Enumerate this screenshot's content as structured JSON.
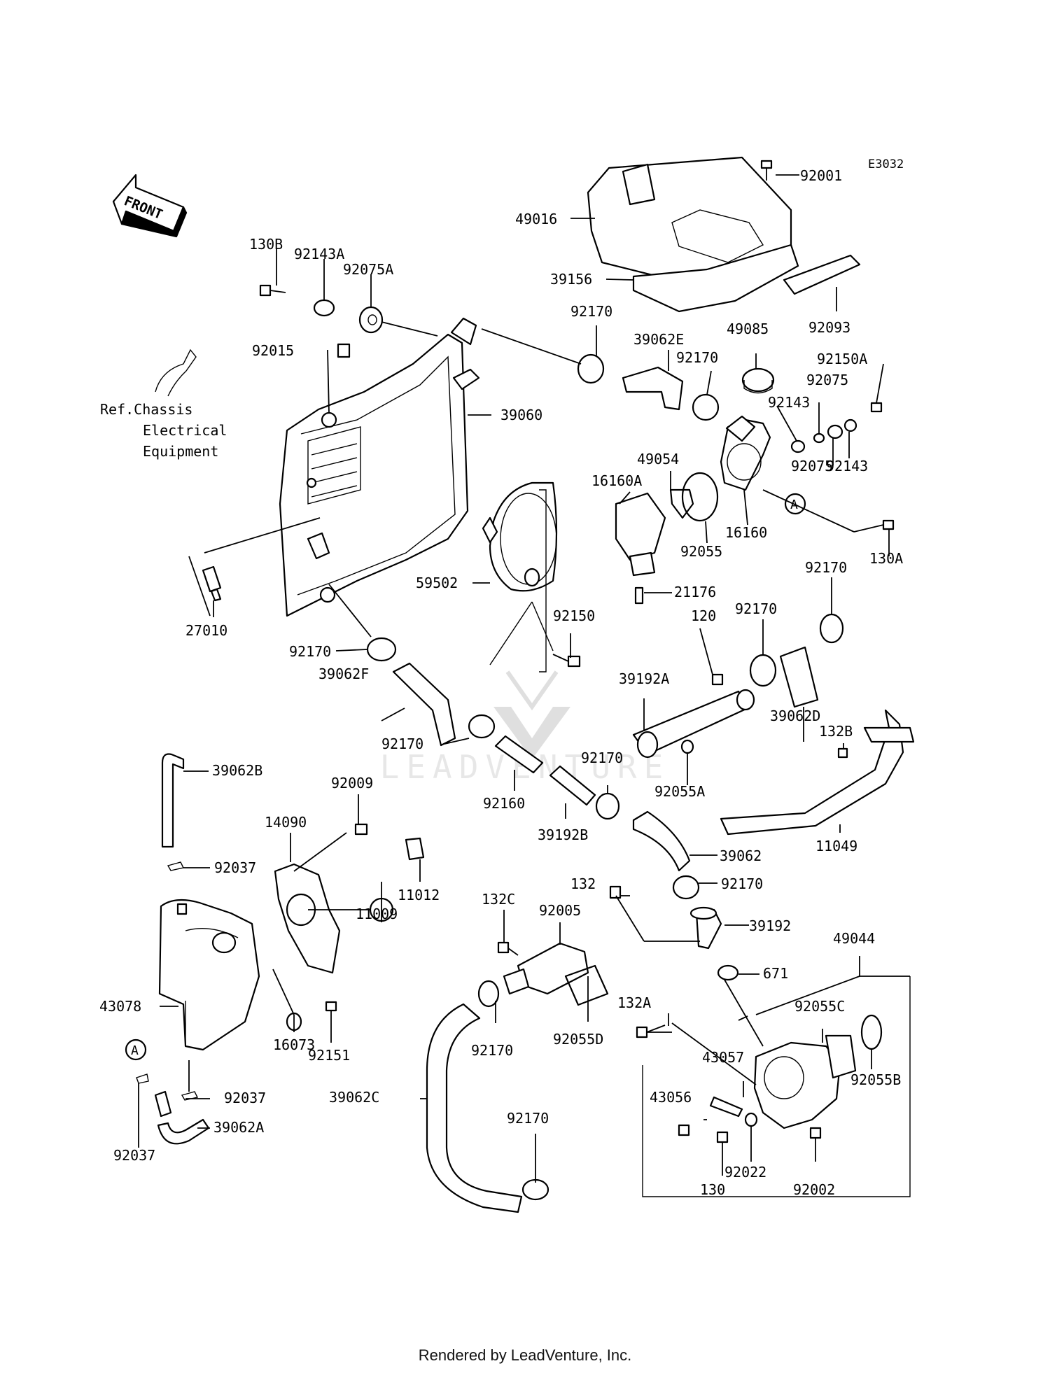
{
  "diagram_code": "E3032",
  "front_label": "FRONT",
  "reference_note": [
    "Ref.Chassis",
    "Electrical",
    "Equipment"
  ],
  "circle_marker": "A",
  "watermark": "LEADVENTURE",
  "footer": "Rendered by LeadVenture, Inc.",
  "part_labels": [
    "92001",
    "49016",
    "39156",
    "92093",
    "130B",
    "92143A",
    "92075A",
    "92170",
    "39062E",
    "49085",
    "92150A",
    "92075",
    "92143",
    "92015",
    "39060",
    "92170",
    "92143",
    "92075",
    "49054",
    "16160A",
    "16160",
    "92055",
    "130A",
    "59502",
    "21176",
    "92170",
    "27010",
    "92150",
    "120",
    "92170",
    "92170",
    "39062F",
    "39192A",
    "39062D",
    "132B",
    "92170",
    "92055A",
    "39062B",
    "92009",
    "92160",
    "92170",
    "14090",
    "39192B",
    "11049",
    "92037",
    "39062",
    "11012",
    "11009",
    "132",
    "92170",
    "132C",
    "92005",
    "39192",
    "49044",
    "671",
    "43078",
    "132A",
    "92055C",
    "92170",
    "92055D",
    "16073",
    "92151",
    "43057",
    "92055B",
    "39062C",
    "43056",
    "92037",
    "92170",
    "39062A",
    "92022",
    "92037",
    "130",
    "92002"
  ]
}
